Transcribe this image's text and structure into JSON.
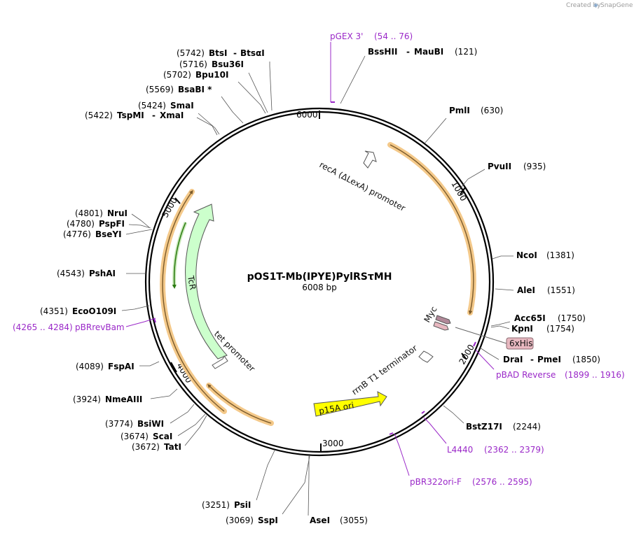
{
  "credit": {
    "prefix": "Created by",
    "brand": "SnapGene"
  },
  "plasmid": {
    "name": "pOS1T-Mb(IPYE)PylRSτMH",
    "size": "6008 bp"
  },
  "ticks": [
    "6000",
    "1000",
    "2000",
    "3000",
    "4000",
    "5000"
  ],
  "features": {
    "recA": "recA (ΔLexA) promoter",
    "myc": "Myc",
    "his": "6xHis",
    "rrnB": "rrnB T1 terminator",
    "p15a": "p15A ori",
    "tcr": "TcR",
    "tet": "tet promoter"
  },
  "sites": {
    "btsi": {
      "pos": "(5742)",
      "name1": "BtsI",
      "name2": "BtsαI"
    },
    "bsu36i": {
      "pos": "(5716)",
      "name": "Bsu36I"
    },
    "bpu10i": {
      "pos": "(5702)",
      "name": "Bpu10I"
    },
    "bsabi": {
      "pos": "(5569)",
      "name": "BsaBI *"
    },
    "smai": {
      "pos": "(5424)",
      "name": "SmaI"
    },
    "tspmi": {
      "pos": "(5422)",
      "name1": "TspMI",
      "name2": "XmaI"
    },
    "bsshii": {
      "name1": "BssHII",
      "name2": "MauBI",
      "pos": "(121)"
    },
    "pmli": {
      "name": "PmlI",
      "pos": "(630)"
    },
    "pvuii": {
      "name": "PvuII",
      "pos": "(935)"
    },
    "ncoi": {
      "name": "NcoI",
      "pos": "(1381)"
    },
    "alei": {
      "name": "AleI",
      "pos": "(1551)"
    },
    "acc65i": {
      "name": "Acc65I",
      "pos": "(1750)"
    },
    "kpni": {
      "name": "KpnI",
      "pos": "(1754)"
    },
    "drai": {
      "name1": "DraI",
      "name2": "PmeI",
      "pos": "(1850)"
    },
    "bstz17i": {
      "name": "BstZ17I",
      "pos": "(2244)"
    },
    "asei": {
      "name": "AseI",
      "pos": "(3055)"
    },
    "sspi": {
      "pos": "(3069)",
      "name": "SspI"
    },
    "psii": {
      "pos": "(3251)",
      "name": "PsiI"
    },
    "tati": {
      "pos": "(3672)",
      "name": "TatI"
    },
    "scai": {
      "pos": "(3674)",
      "name": "ScaI"
    },
    "bsiwi": {
      "pos": "(3774)",
      "name": "BsiWI"
    },
    "nmeaiii": {
      "pos": "(3924)",
      "name": "NmeAIII"
    },
    "fspai": {
      "pos": "(4089)",
      "name": "FspAI"
    },
    "ecoo109i": {
      "pos": "(4351)",
      "name": "EcoO109I"
    },
    "pshai": {
      "pos": "(4543)",
      "name": "PshAI"
    },
    "bseyi": {
      "pos": "(4776)",
      "name": "BseYI"
    },
    "pspfi": {
      "pos": "(4780)",
      "name": "PspFI"
    },
    "nrui": {
      "pos": "(4801)",
      "name": "NruI"
    }
  },
  "primers": {
    "pgex3": {
      "name": "pGEX 3'",
      "range": "(54 .. 76)"
    },
    "pbadrev": {
      "name": "pBAD Reverse",
      "range": "(1899 .. 1916)"
    },
    "l4440": {
      "name": "L4440",
      "range": "(2362 .. 2379)"
    },
    "pbr322": {
      "name": "pBR322ori-F",
      "range": "(2576 .. 2595)"
    },
    "pbrrevbam": {
      "range": "(4265 .. 4284)",
      "name": "pBRrevBam"
    }
  },
  "colors": {
    "primer": "#9a28c8",
    "orange_feature": "#f4c98a",
    "p15a_fill": "#ffff00",
    "tcr_fill": "#ccffcc",
    "his_fill": "#e8b8c0",
    "myc_fill": "#b08898"
  }
}
